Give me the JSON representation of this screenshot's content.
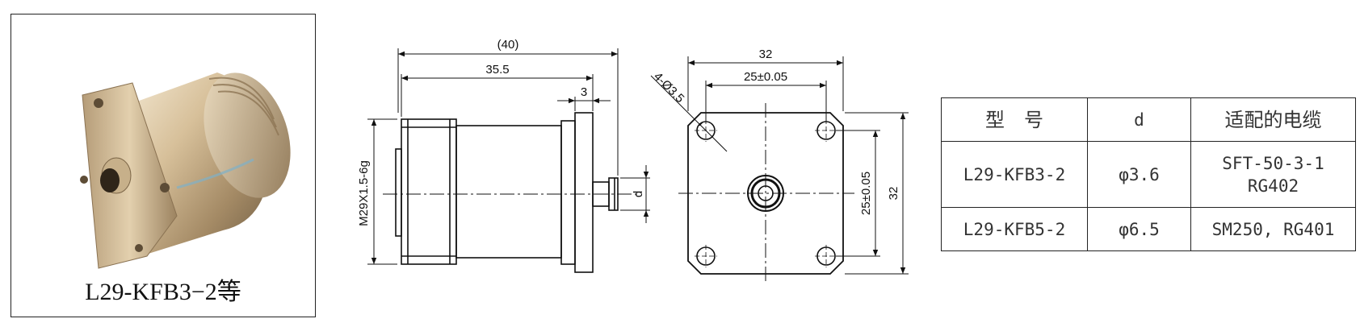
{
  "photo": {
    "caption": "L29-KFB3−2等"
  },
  "drawing": {
    "side_view": {
      "overall_length": "(40)",
      "body_length": "35.5",
      "flange_thickness": "3",
      "thread": "M29X1.5-6g",
      "cable_dia": "d"
    },
    "front_view": {
      "width": "32",
      "hole_spacing_h": "25±0.05",
      "hole_spacing_v": "25±0.05",
      "height": "32",
      "holes": "4-Ø3.5"
    }
  },
  "table": {
    "headers": [
      "型　号",
      "d",
      "适配的电缆"
    ],
    "rows": [
      {
        "model": "L29-KFB3-2",
        "d": "φ3.6",
        "cable": [
          "SFT-50-3-1",
          "RG402"
        ]
      },
      {
        "model": "L29-KFB5-2",
        "d": "φ6.5",
        "cable": [
          "SM250, RG401"
        ]
      }
    ]
  },
  "colors": {
    "line": "#111111",
    "metal_light": "#e8d6b8",
    "metal_mid": "#b89f7a",
    "metal_dark": "#6e5c43"
  }
}
